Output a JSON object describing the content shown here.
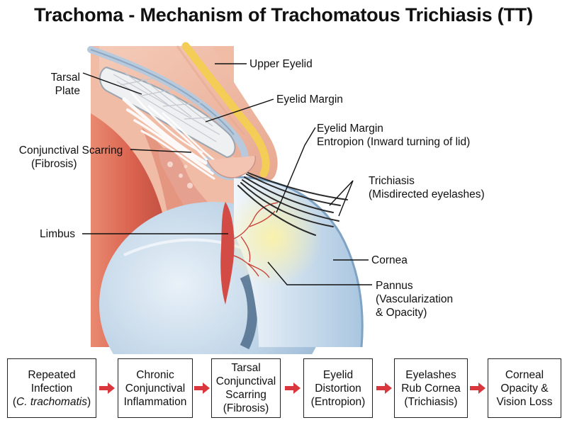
{
  "title": "Trachoma - Mechanism of Trachomatous Trichiasis (TT)",
  "labels": {
    "upper_eyelid": "Upper Eyelid",
    "tarsal_plate_1": "Tarsal",
    "tarsal_plate_2": "Plate",
    "eyelid_margin": "Eyelid Margin",
    "entropion_1": "Eyelid Margin",
    "entropion_2": "Entropion (Inward turning of lid)",
    "scarring_1": "Conjunctival Scarring",
    "scarring_2": "(Fibrosis)",
    "trichiasis_1": "Trichiasis",
    "trichiasis_2": "(Misdirected eyelashes)",
    "limbus": "Limbus",
    "cornea": "Cornea",
    "pannus_1": "Pannus",
    "pannus_2": "(Vascularization",
    "pannus_3": "& Opacity)"
  },
  "flow": [
    {
      "line1": "Repeated",
      "line2": "Infection",
      "line3_pre": "(",
      "line3_italic": "C. trachomatis",
      "line3_post": ")"
    },
    {
      "line1": "Chronic",
      "line2": "Conjunctival",
      "line3": "Inflammation"
    },
    {
      "line1": "Tarsal",
      "line2": "Conjunctival",
      "line3": "Scarring",
      "line4": "(Fibrosis)"
    },
    {
      "line1": "Eyelid",
      "line2": "Distortion",
      "line3": "(Entropion)"
    },
    {
      "line1": "Eyelashes",
      "line2": "Rub Cornea",
      "line3": "(Trichiasis)"
    },
    {
      "line1": "Corneal",
      "line2": "Opacity &",
      "line3": "Vision Loss"
    }
  ],
  "colors": {
    "arrow": "#d9363e",
    "skin": "#f2c4b0",
    "fat": "#f3d36a",
    "muscle": "#d9614e",
    "cornea": "#c9ddec"
  }
}
